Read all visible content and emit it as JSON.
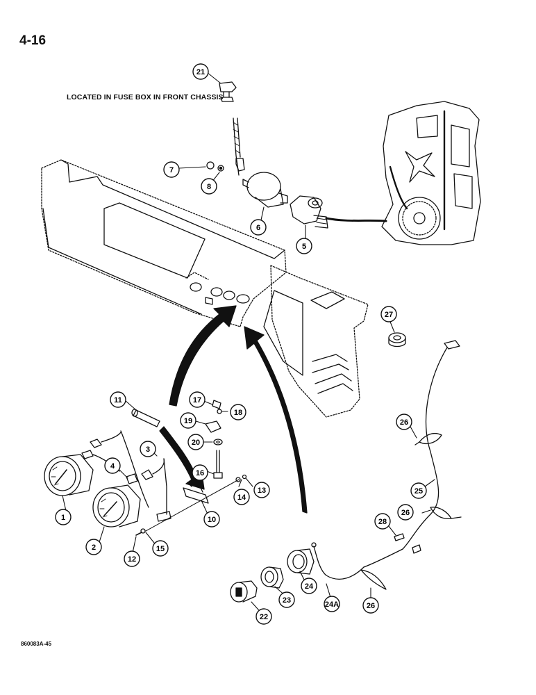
{
  "page_number": "4-16",
  "fuse_note": "LOCATED IN FUSE BOX IN FRONT CHASSIS",
  "doc_code": "860083A-45",
  "callouts": [
    "21",
    "7",
    "8",
    "6",
    "5",
    "27",
    "11",
    "17",
    "18",
    "19",
    "20",
    "16",
    "3",
    "4",
    "14",
    "13",
    "10",
    "1",
    "2",
    "12",
    "15",
    "26",
    "25",
    "28",
    "24",
    "23",
    "22",
    "24A"
  ]
}
